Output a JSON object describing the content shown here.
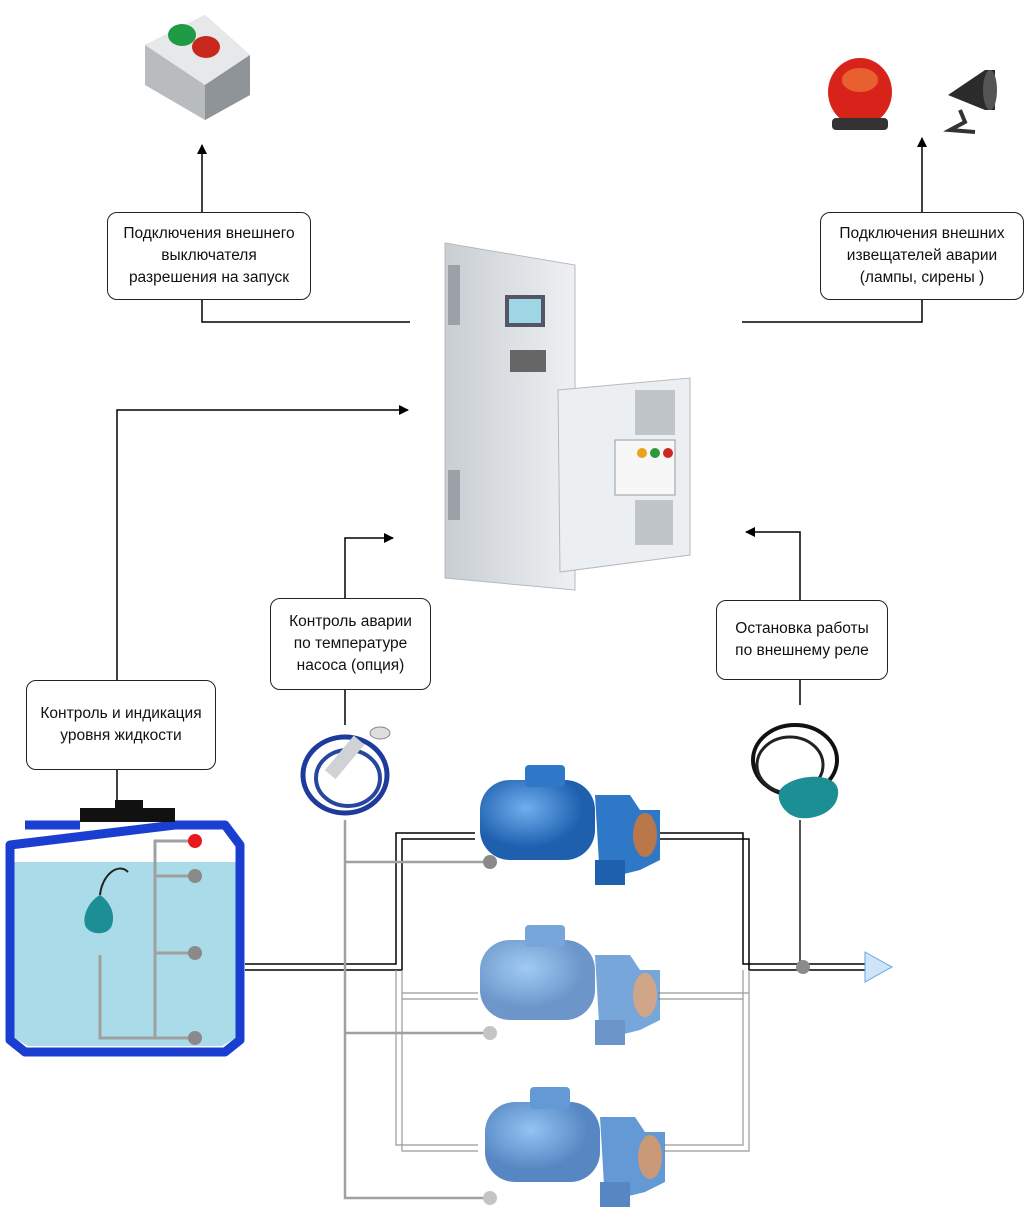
{
  "labels": {
    "start_switch": "Подключения внешнего\nвыключателя\nразрешения на запуск",
    "alarm_devices": "Подключения внешних\nизвещателей аварии\n(лампы, сирены )",
    "level_control": "Контроль и индикация\nуровня жидкости",
    "temperature_control": "Контроль аварии\nпо температуре\nнасоса (опция)",
    "external_relay": "Остановка работы\nпо внешнему реле"
  },
  "colors": {
    "tank_outline": "#1a3fd0",
    "water": "#a9dbe8",
    "pump": "#2f78c8",
    "cabinet": "#dfe3e6",
    "alarm_lamp": "#d8231a",
    "float": "#1c8f95",
    "sensor_line": "#a0a0a0"
  }
}
